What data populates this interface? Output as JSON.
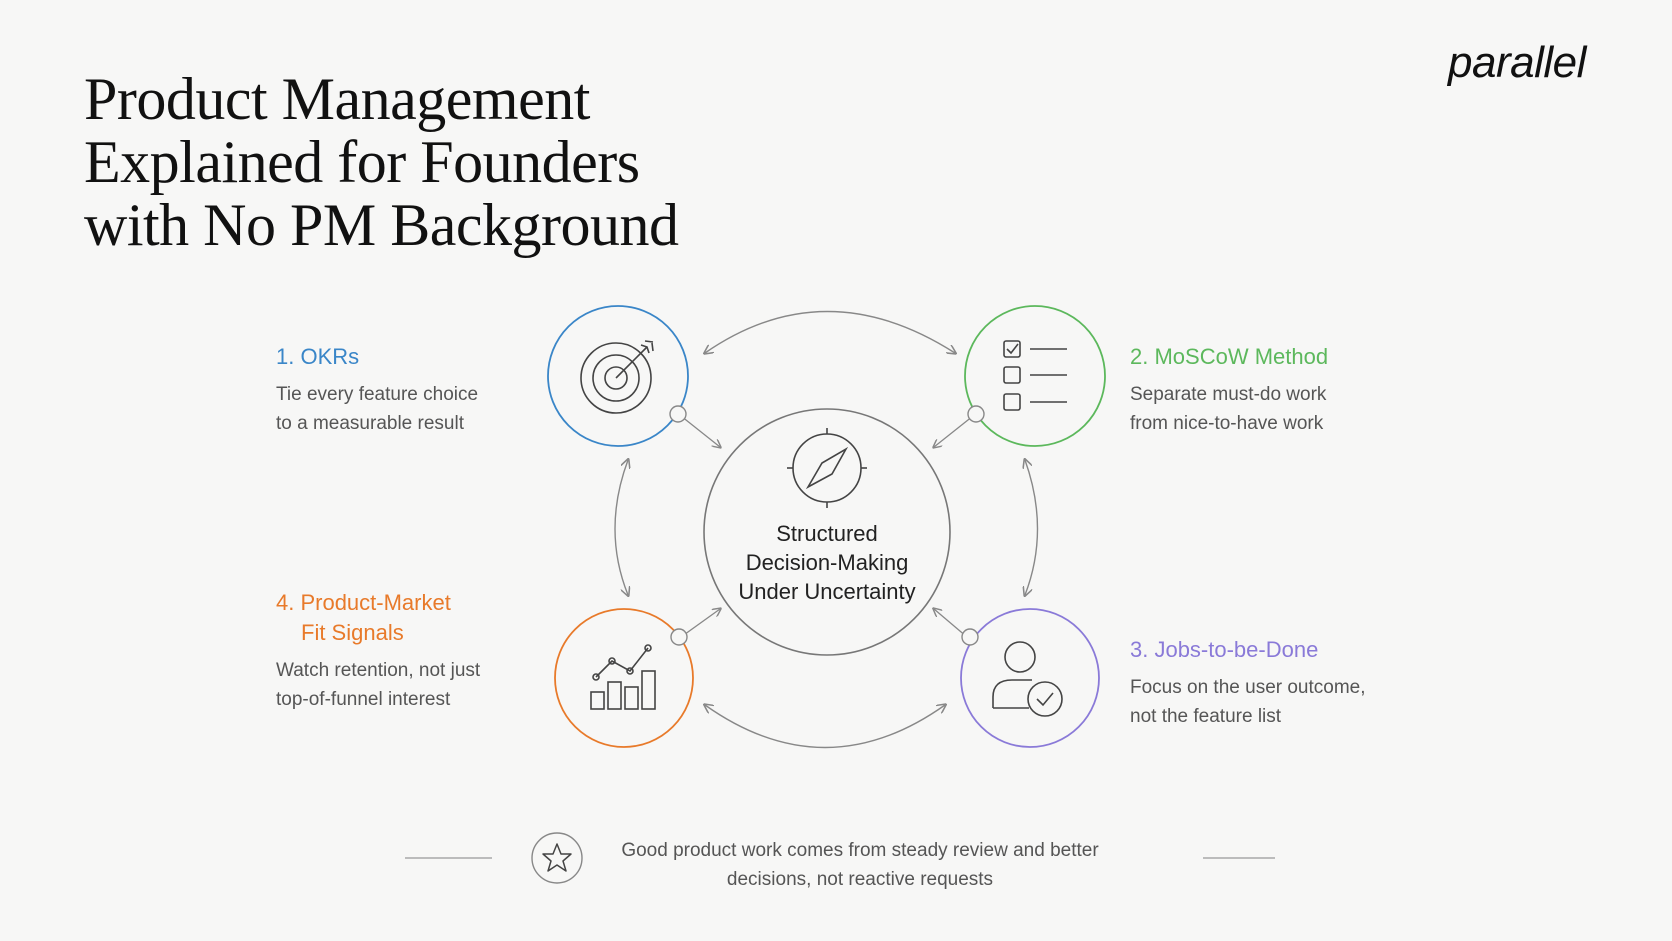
{
  "title": {
    "line1": "Product Management",
    "line2": "Explained for Founders",
    "line3": "with No PM Background"
  },
  "logo": "parallel",
  "center": {
    "line1": "Structured",
    "line2": "Decision-Making",
    "line3": "Under Uncertainty",
    "icon": "compass-icon"
  },
  "nodes": {
    "okrs": {
      "heading": "1. OKRs",
      "desc_line1": "Tie every feature choice",
      "desc_line2": "to a measurable result",
      "color": "#3a86c8",
      "icon": "target-icon"
    },
    "moscow": {
      "heading": "2. MoSCoW Method",
      "desc_line1": "Separate must-do work",
      "desc_line2": "from nice-to-have work",
      "color": "#5cb85c",
      "icon": "checklist-icon"
    },
    "jtbd": {
      "heading": "3. Jobs-to-be-Done",
      "desc_line1": "Focus on the user outcome,",
      "desc_line2": "not the feature list",
      "color": "#8a7ad8",
      "icon": "user-check-icon"
    },
    "pmf": {
      "heading_line1": "4. Product-Market",
      "heading_line2": "Fit Signals",
      "desc_line1": "Watch retention, not just",
      "desc_line2": "top-of-funnel interest",
      "color": "#e87a2a",
      "icon": "growth-chart-icon"
    }
  },
  "footer": {
    "line1": "Good product work comes from steady review and better",
    "line2": "decisions, not reactive requests",
    "icon": "star-icon"
  }
}
